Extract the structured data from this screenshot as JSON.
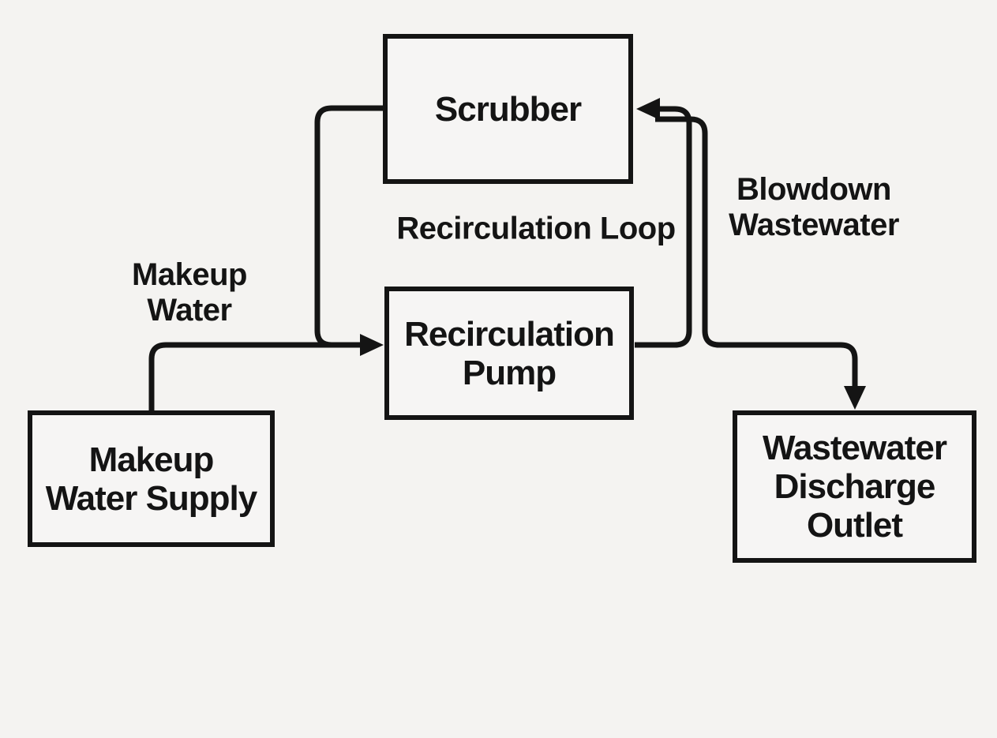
{
  "diagram": {
    "colors": {
      "background": "#f4f3f1",
      "line": "#141414",
      "text": "#141414",
      "box-fill": "#f6f5f4",
      "box-border": "#141414"
    },
    "nodes": [
      {
        "id": "scrubber",
        "label": "Scrubber"
      },
      {
        "id": "recirculation-pump",
        "label": "Recirculation\nPump"
      },
      {
        "id": "makeup-water-supply",
        "label": "Makeup\nWater Supply"
      },
      {
        "id": "wastewater-discharge-outlet",
        "label": "Wastewater\nDischarge\nOutlet"
      }
    ],
    "edges": [
      {
        "id": "scrubber-to-pump",
        "from": "Scrubber",
        "to": "Recirculation Pump",
        "label": "Recirculation Loop"
      },
      {
        "id": "pump-to-scrubber",
        "from": "Recirculation Pump",
        "to": "Scrubber",
        "label": "Recirculation Loop"
      },
      {
        "id": "makeup-supply-to-pump",
        "from": "Makeup Water Supply",
        "to": "Recirculation Pump",
        "label": "Makeup Water"
      },
      {
        "id": "scrubber-to-discharge-outlet",
        "from": "Scrubber",
        "to": "Wastewater Discharge Outlet",
        "label": "Blowdown Wastewater"
      }
    ],
    "labels": {
      "recirculation_loop": "Recirculation Loop",
      "makeup_water": "Makeup\nWater",
      "blowdown_wastewater": "Blowdown\nWastewater"
    }
  }
}
